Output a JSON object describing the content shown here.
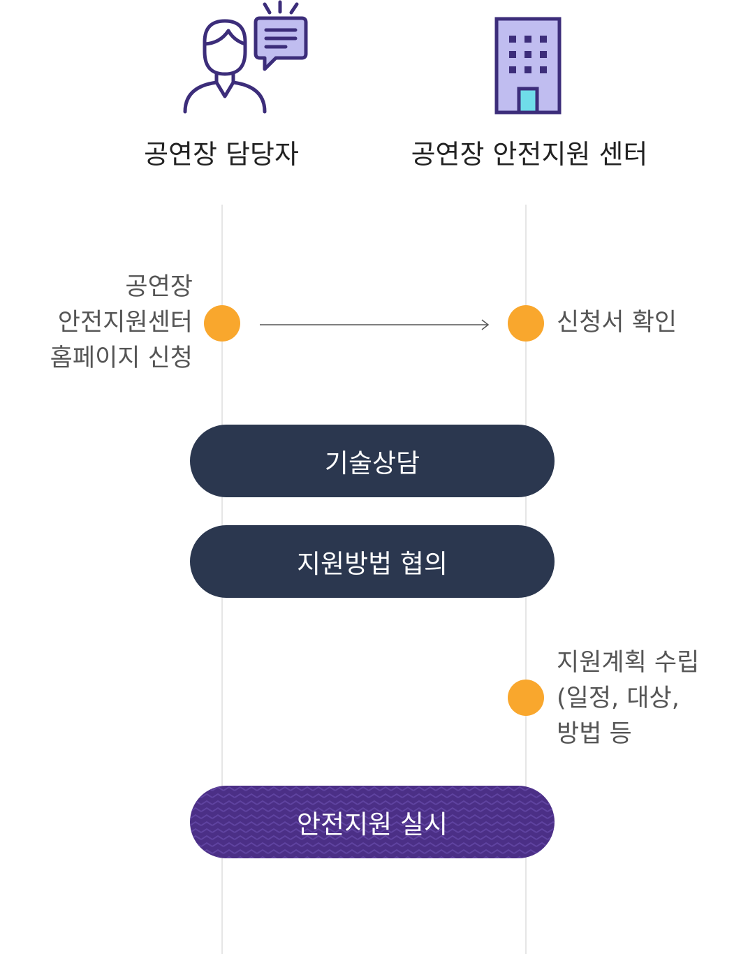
{
  "colors": {
    "icon_outline": "#3c2d7a",
    "icon_fill": "#c0bdf0",
    "door_fill": "#6fdde9",
    "dot": "#f9a72d",
    "step_dark": "#2b374f",
    "step_purple": "#4b2f86",
    "lane_line": "#e6e6e6",
    "arrow": "#555555"
  },
  "actors": {
    "left": {
      "label": "공연장 담당자",
      "icon": "person-speech-bubble-icon"
    },
    "right": {
      "label": "공연장 안전지원 센터",
      "icon": "building-icon"
    }
  },
  "notes": {
    "apply": {
      "line1": "공연장",
      "line2": "안전지원센터",
      "line3": "홈페이지 신청"
    },
    "confirm": {
      "text": "신청서 확인"
    },
    "plan": {
      "line1": "지원계획 수립",
      "line2": "(일정, 대상,",
      "line3": "방법 등"
    }
  },
  "steps": {
    "consult": {
      "label": "기술상담"
    },
    "method": {
      "label": "지원방법 협의"
    },
    "execute": {
      "label": "안전지원 실시"
    }
  }
}
